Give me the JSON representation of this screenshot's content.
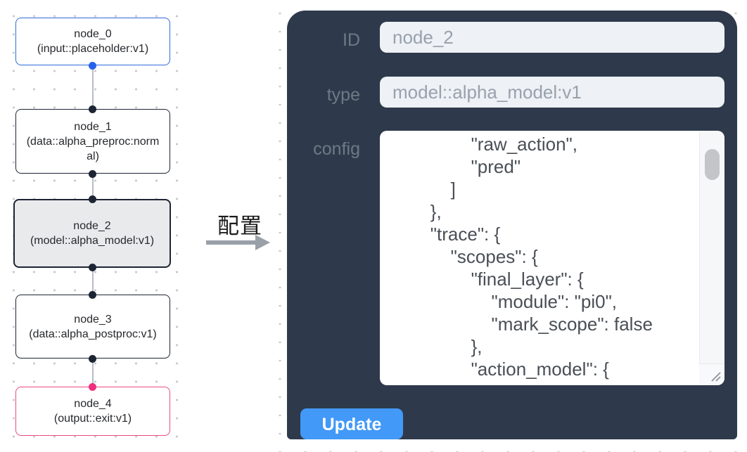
{
  "flow": {
    "nodes": [
      {
        "name": "node_0",
        "subtitle": "(input::placeholder:v1)",
        "variant": "input"
      },
      {
        "name": "node_1",
        "subtitle": "(data::alpha_preproc:normal)",
        "variant": "default"
      },
      {
        "name": "node_2",
        "subtitle": "(model::alpha_model:v1)",
        "variant": "selected"
      },
      {
        "name": "node_3",
        "subtitle": "(data::alpha_postproc:v1)",
        "variant": "default"
      },
      {
        "name": "node_4",
        "subtitle": "(output::exit:v1)",
        "variant": "output"
      }
    ]
  },
  "annotation": {
    "label": "配置"
  },
  "panel": {
    "id_label": "ID",
    "id_value": "node_2",
    "type_label": "type",
    "type_value": "model::alpha_model:v1",
    "config_label": "config",
    "config_text": "                \"raw_action\",\n                \"pred\"\n            ]\n        },\n        \"trace\": {\n            \"scopes\": {\n                \"final_layer\": {\n                    \"module\": \"pi0\",\n                    \"mark_scope\": false\n                },\n                \"action_model\": {",
    "update_label": "Update"
  },
  "colors": {
    "panel_bg": "#2e3a4b",
    "input_node_border": "#2f6bdb",
    "default_node_border": "#1d2433",
    "output_node_border": "#ea4a80",
    "source_handle_blue": "#2563eb",
    "target_handle_pink": "#ee2f7b",
    "update_button_blue": "#4299f7",
    "field_bg": "#eef1f5"
  }
}
